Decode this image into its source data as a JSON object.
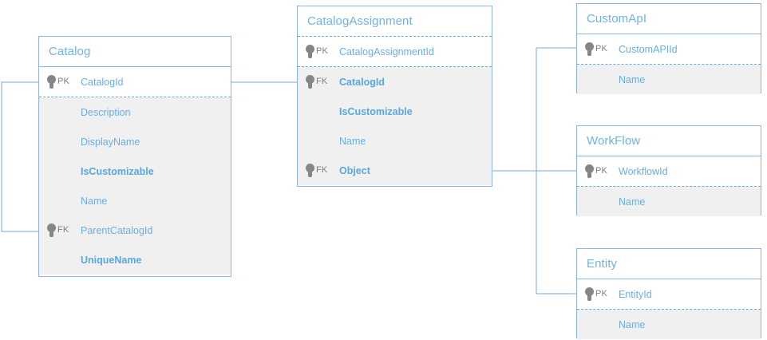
{
  "diagram": {
    "type": "entity-relationship-diagram",
    "colors": {
      "border": "#8db4e2",
      "title_text": "#70b2e5",
      "attribute_text": "#6aaee4",
      "key_label_text": "#808080",
      "key_icon": "#868686",
      "header_background": "#ffffff",
      "key_section_background": "#ffffff",
      "attribute_section_background": "#f0f0f0",
      "connector_line": "#7aa9d4"
    },
    "entities": [
      {
        "id": "catalog",
        "title": "Catalog",
        "key_rows": [
          {
            "key": "PK",
            "name": "CatalogId",
            "required": false
          }
        ],
        "attribute_rows": [
          {
            "key": "",
            "name": "Description",
            "required": false
          },
          {
            "key": "",
            "name": "DisplayName",
            "required": false
          },
          {
            "key": "",
            "name": "IsCustomizable",
            "required": true
          },
          {
            "key": "",
            "name": "Name",
            "required": false
          },
          {
            "key": "FK",
            "name": "ParentCatalogId",
            "required": false
          },
          {
            "key": "",
            "name": "UniqueName",
            "required": true
          }
        ]
      },
      {
        "id": "catalogassignment",
        "title": "CatalogAssignment",
        "key_rows": [
          {
            "key": "PK",
            "name": "CatalogAssignmentId",
            "required": false
          }
        ],
        "attribute_rows": [
          {
            "key": "FK",
            "name": "CatalogId",
            "required": true
          },
          {
            "key": "",
            "name": "IsCustomizable",
            "required": true
          },
          {
            "key": "",
            "name": "Name",
            "required": false
          },
          {
            "key": "FK",
            "name": "Object",
            "required": true
          }
        ]
      },
      {
        "id": "customapi",
        "title": "CustomApI",
        "key_rows": [
          {
            "key": "PK",
            "name": "CustomAPIId",
            "required": false
          }
        ],
        "attribute_rows": [
          {
            "key": "",
            "name": "Name",
            "required": false
          }
        ]
      },
      {
        "id": "workflow",
        "title": "WorkFlow",
        "key_rows": [
          {
            "key": "PK",
            "name": "WorkflowId",
            "required": false
          }
        ],
        "attribute_rows": [
          {
            "key": "",
            "name": "Name",
            "required": false
          }
        ]
      },
      {
        "id": "entity",
        "title": "Entity",
        "key_rows": [
          {
            "key": "PK",
            "name": "EntityId",
            "required": false
          }
        ],
        "attribute_rows": [
          {
            "key": "",
            "name": "Name",
            "required": false
          }
        ]
      }
    ],
    "relationships": [
      {
        "id": "catalog-self",
        "from": "catalog.CatalogId",
        "to": "catalog.ParentCatalogId"
      },
      {
        "id": "catalog-to-catalogassignment",
        "from": "catalog.CatalogId",
        "to": "catalogassignment.CatalogId"
      },
      {
        "id": "catalogassignment-to-customapi",
        "from": "catalogassignment.Object",
        "to": "customapi.CustomAPIId"
      },
      {
        "id": "catalogassignment-to-workflow",
        "from": "catalogassignment.Object",
        "to": "workflow.WorkflowId"
      },
      {
        "id": "catalogassignment-to-entity",
        "from": "catalogassignment.Object",
        "to": "entity.EntityId"
      }
    ]
  }
}
